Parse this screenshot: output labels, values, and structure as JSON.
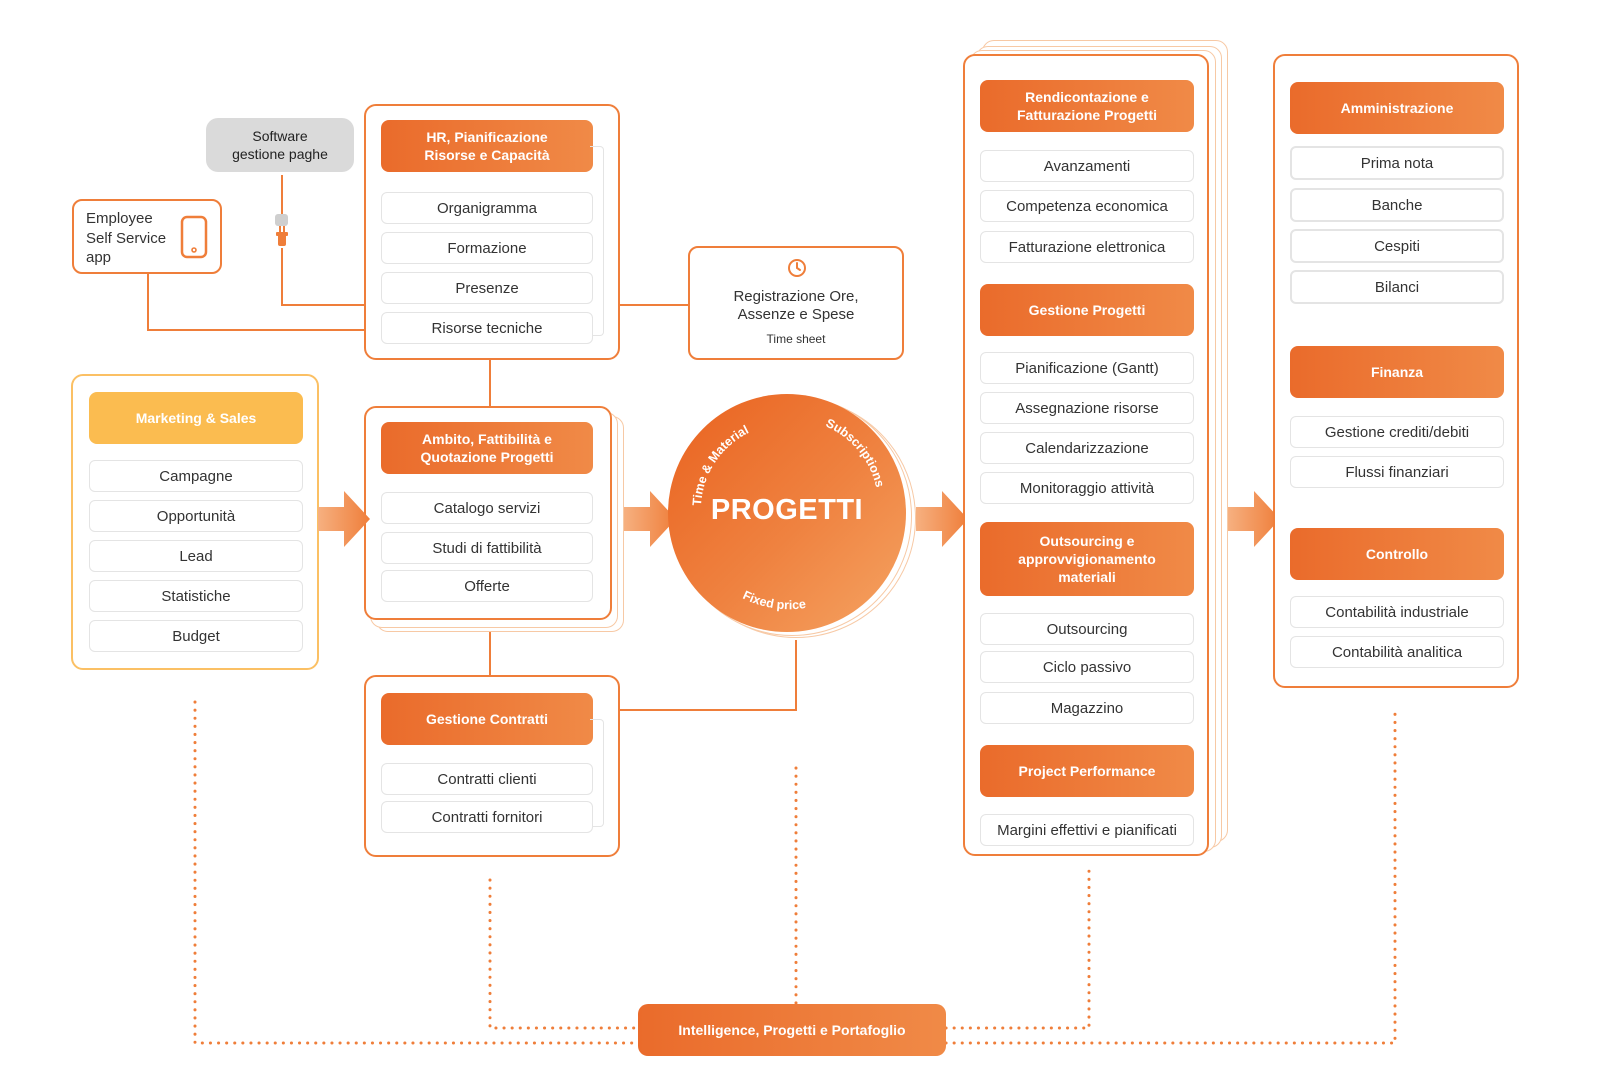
{
  "colors": {
    "accent": "#ef7e3a",
    "accent_dark": "#ea6b2b",
    "yellow": "#fbbc50",
    "line_gray": "#e4e4e4",
    "text": "#333333"
  },
  "software": {
    "label": "Software\ngestione paghe"
  },
  "employee": {
    "label": "Employee\nSelf Service\napp",
    "icon": "smartphone-icon"
  },
  "hr": {
    "title": "HR, Pianificazione\nRisorse e Capacità",
    "items": [
      "Organigramma",
      "Formazione",
      "Presenze",
      "Risorse tecniche"
    ]
  },
  "timesheet": {
    "icon": "clock-icon",
    "title": "Registrazione Ore,\nAssenze e Spese",
    "subtitle": "Time sheet"
  },
  "marketing": {
    "title": "Marketing & Sales",
    "items": [
      "Campagne",
      "Opportunità",
      "Lead",
      "Statistiche",
      "Budget"
    ]
  },
  "ambito": {
    "title": "Ambito, Fattibilità e\nQuotazione Progetti",
    "items": [
      "Catalogo servizi",
      "Studi di fattibilità",
      "Offerte"
    ]
  },
  "contratti": {
    "title": "Gestione Contratti",
    "items": [
      "Contratti clienti",
      "Contratti fornitori"
    ]
  },
  "progetti": {
    "title": "PROGETTI",
    "label_top_left": "Time & Material",
    "label_top_right": "Subscriptions",
    "label_bottom": "Fixed price"
  },
  "mid": {
    "sections": [
      {
        "title": "Rendicontazione e\nFatturazione Progetti",
        "items": [
          "Avanzamenti",
          "Competenza economica",
          "Fatturazione elettronica"
        ]
      },
      {
        "title": "Gestione Progetti",
        "items": [
          "Pianificazione (Gantt)",
          "Assegnazione risorse",
          "Calendarizzazione",
          "Monitoraggio attività"
        ]
      },
      {
        "title": "Outsourcing e\napprovvigionamento\nmateriali",
        "items": [
          "Outsourcing",
          "Ciclo passivo",
          "Magazzino"
        ]
      },
      {
        "title": "Project Performance",
        "items": [
          "Margini effettivi e pianificati"
        ]
      }
    ]
  },
  "right": {
    "sections": [
      {
        "title": "Amministrazione",
        "items": [
          "Prima nota",
          "Banche",
          "Cespiti",
          "Bilanci"
        ]
      },
      {
        "title": "Finanza",
        "items": [
          "Gestione crediti/debiti",
          "Flussi finanziari"
        ]
      },
      {
        "title": "Controllo",
        "items": [
          "Contabilità industriale",
          "Contabilità analitica"
        ]
      }
    ]
  },
  "intelligence": {
    "label": "Intelligence, Progetti e Portafoglio"
  }
}
